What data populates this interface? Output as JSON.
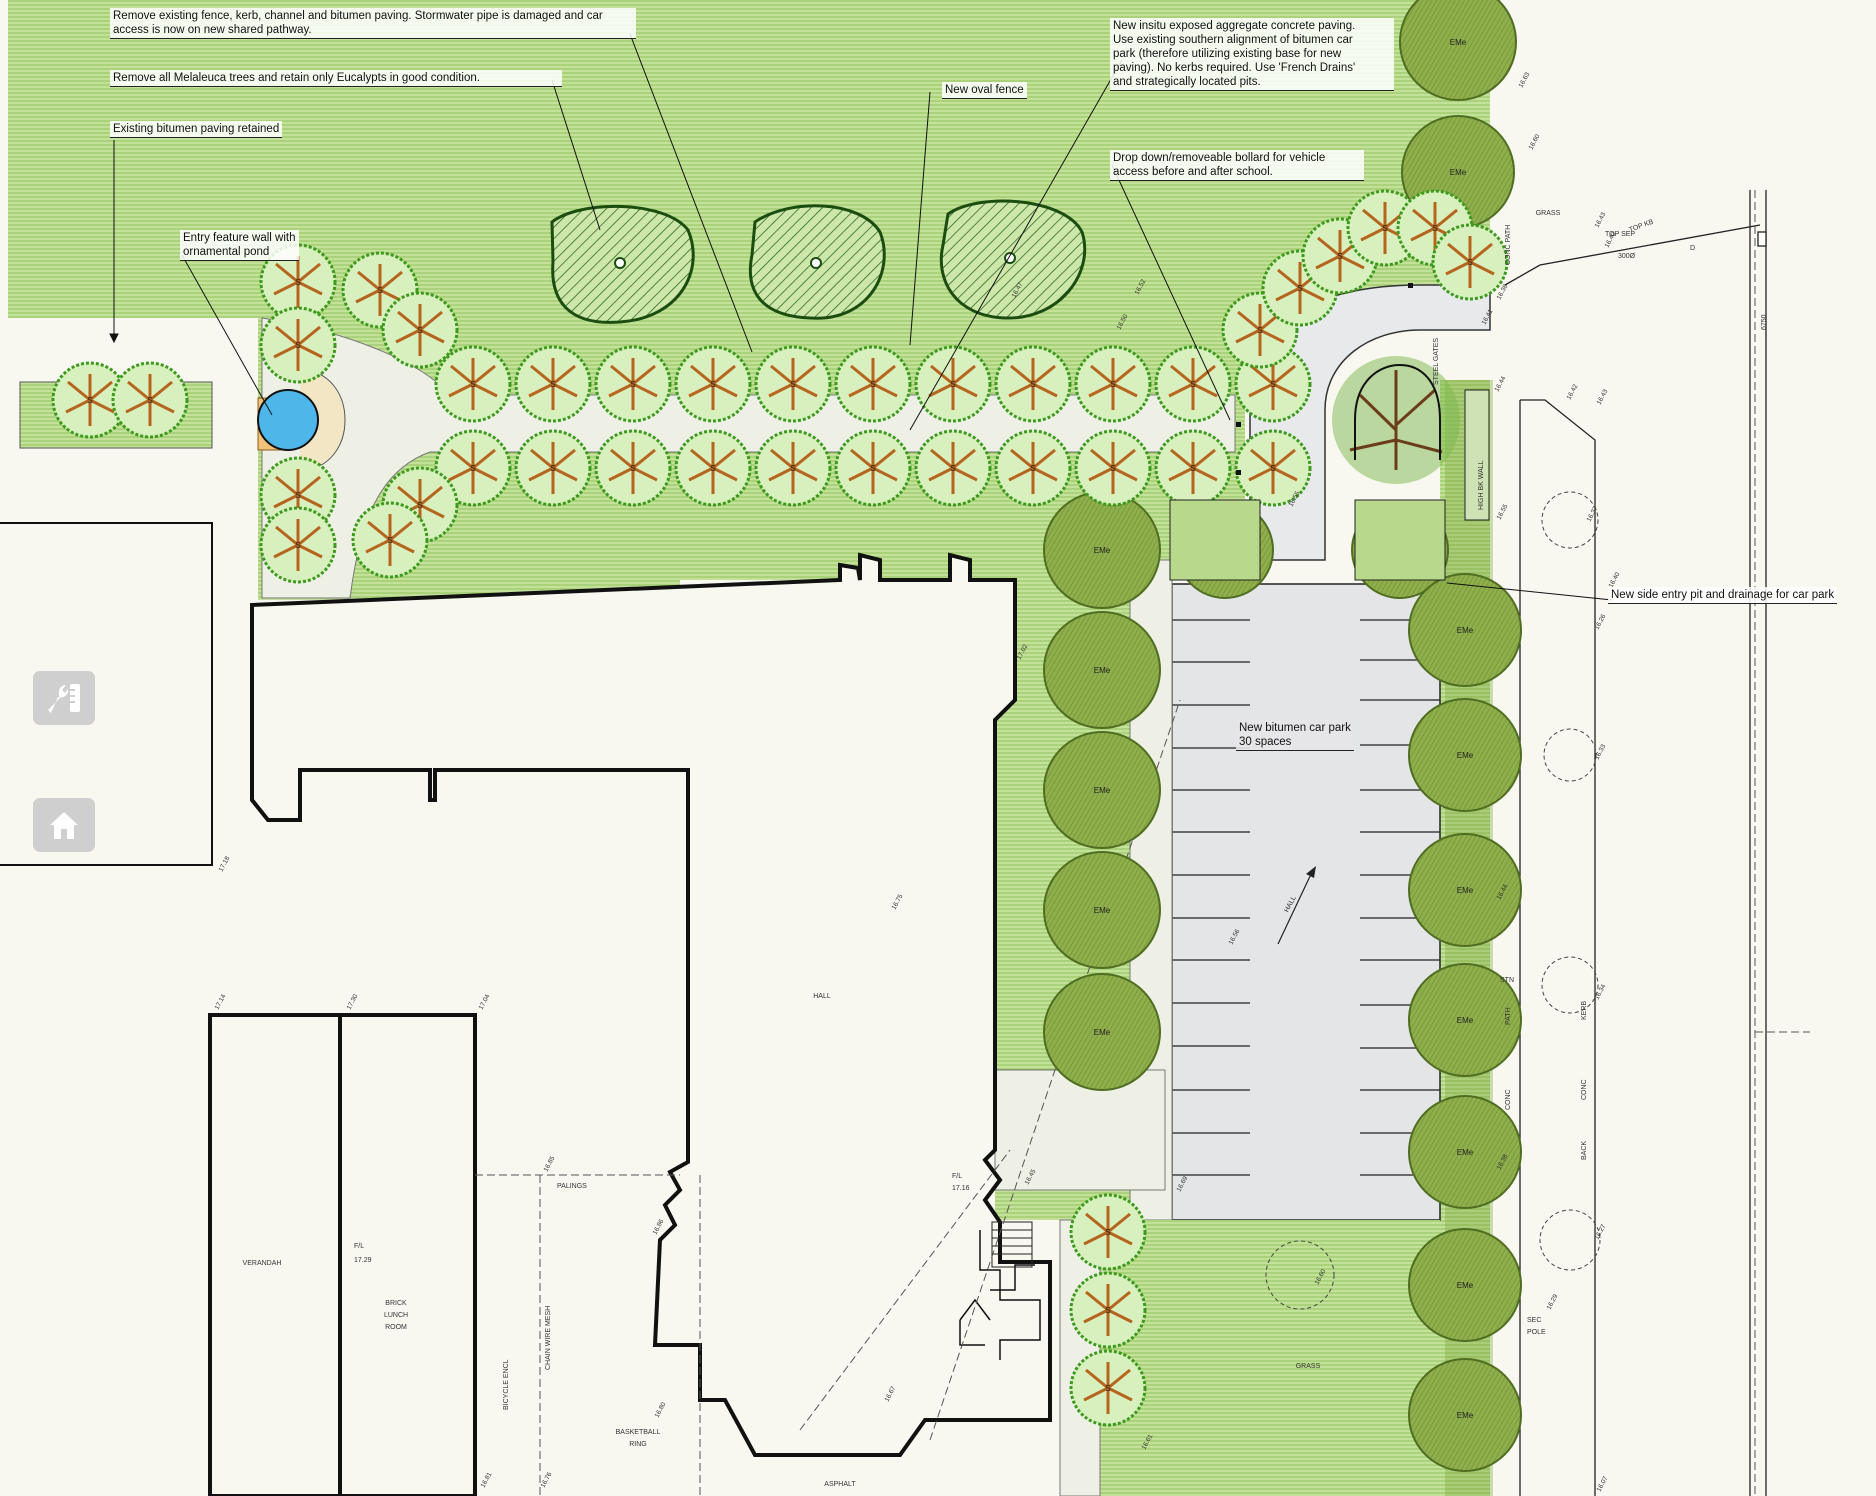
{
  "annotations": {
    "remove_fence": "Remove existing fence, kerb, channel and bitumen paving. Stormwater pipe is damaged and car access is now on new shared pathway.",
    "remove_melaleuca": "Remove all Melaleuca trees and retain only Eucalypts in good condition.",
    "bitumen_retained": "Existing bitumen paving retained",
    "entry_wall": "Entry feature wall with\nornamental pond",
    "oval_fence": "New oval fence",
    "concrete_paving": "New insitu exposed aggregate concrete paving.\nUse existing southern alignment of bitumen car\npark (therefore utilizing existing base for new\npaving). No kerbs required. Use 'French Drains'\nand strategically located pits.",
    "bollard": "Drop down/removeable bollard for vehicle\naccess before and after school.",
    "side_entry_pit": "New side entry pit and drainage for car park",
    "car_park": "New bitumen car park\n30 spaces"
  },
  "labels": {
    "hall": "HALL",
    "hall_arrow": "HALL",
    "verandah": "VERANDAH",
    "fl_1": "F/L",
    "fl_1_val": "17.29",
    "brick": "BRICK",
    "lunch": "LUNCH",
    "room": "ROOM",
    "palings": "PALINGS",
    "chain_wire": "CHAIN WIRE MESH",
    "bicycle": "BICYCLE ENCL",
    "basketball": "BASKETBALL",
    "ring": "RING",
    "asphalt": "ASPHALT",
    "fl_2": "F/L",
    "fl_2_val": "17.16",
    "grass_bottom": "GRASS",
    "grass_top": "GRASS",
    "top_kb": "TOP KB",
    "top_sep": "TOP SEP",
    "pipe": "300Ø",
    "conc_path": "CONC PATH",
    "steel_gates": "STEEL GATES",
    "high_bk_wall": "HIGH BK WALL",
    "conc": "CONC",
    "kerb": "KERB",
    "back": "BACK",
    "path": "PATH",
    "sec": "SEC",
    "pole": "POLE",
    "stn": "STN",
    "d_line": "D",
    "road_width": "6750"
  },
  "levels": [
    "16.63",
    "16.60",
    "16.38",
    "16.41",
    "16.43",
    "16.40",
    "16.44",
    "16.42",
    "16.43",
    "16.55",
    "16.37",
    "16.40",
    "16.26",
    "16.33",
    "16.44",
    "16.34",
    "16.38",
    "16.27",
    "16.29",
    "16.56",
    "17.18",
    "17.14",
    "17.30",
    "17.04",
    "16.85",
    "16.86",
    "16.80",
    "16.81",
    "16.76",
    "16.75",
    "16.67",
    "16.60",
    "16.61",
    "16.52",
    "16.50",
    "16.47",
    "16.55",
    "16.45",
    "17.02",
    "16.69",
    "16.07"
  ],
  "tree_tag_ev": "EMe",
  "tree_tag_s": "S",
  "colors": {
    "lawn": "#b8d98c",
    "paving": "#ecefe6",
    "carpark": "#e5e6e8",
    "tree_green": "#4caf2a",
    "tree_trunk": "#b5651d",
    "canopy": "#8fad4a",
    "pond": "#4fb6ea",
    "wall": "#111111"
  }
}
